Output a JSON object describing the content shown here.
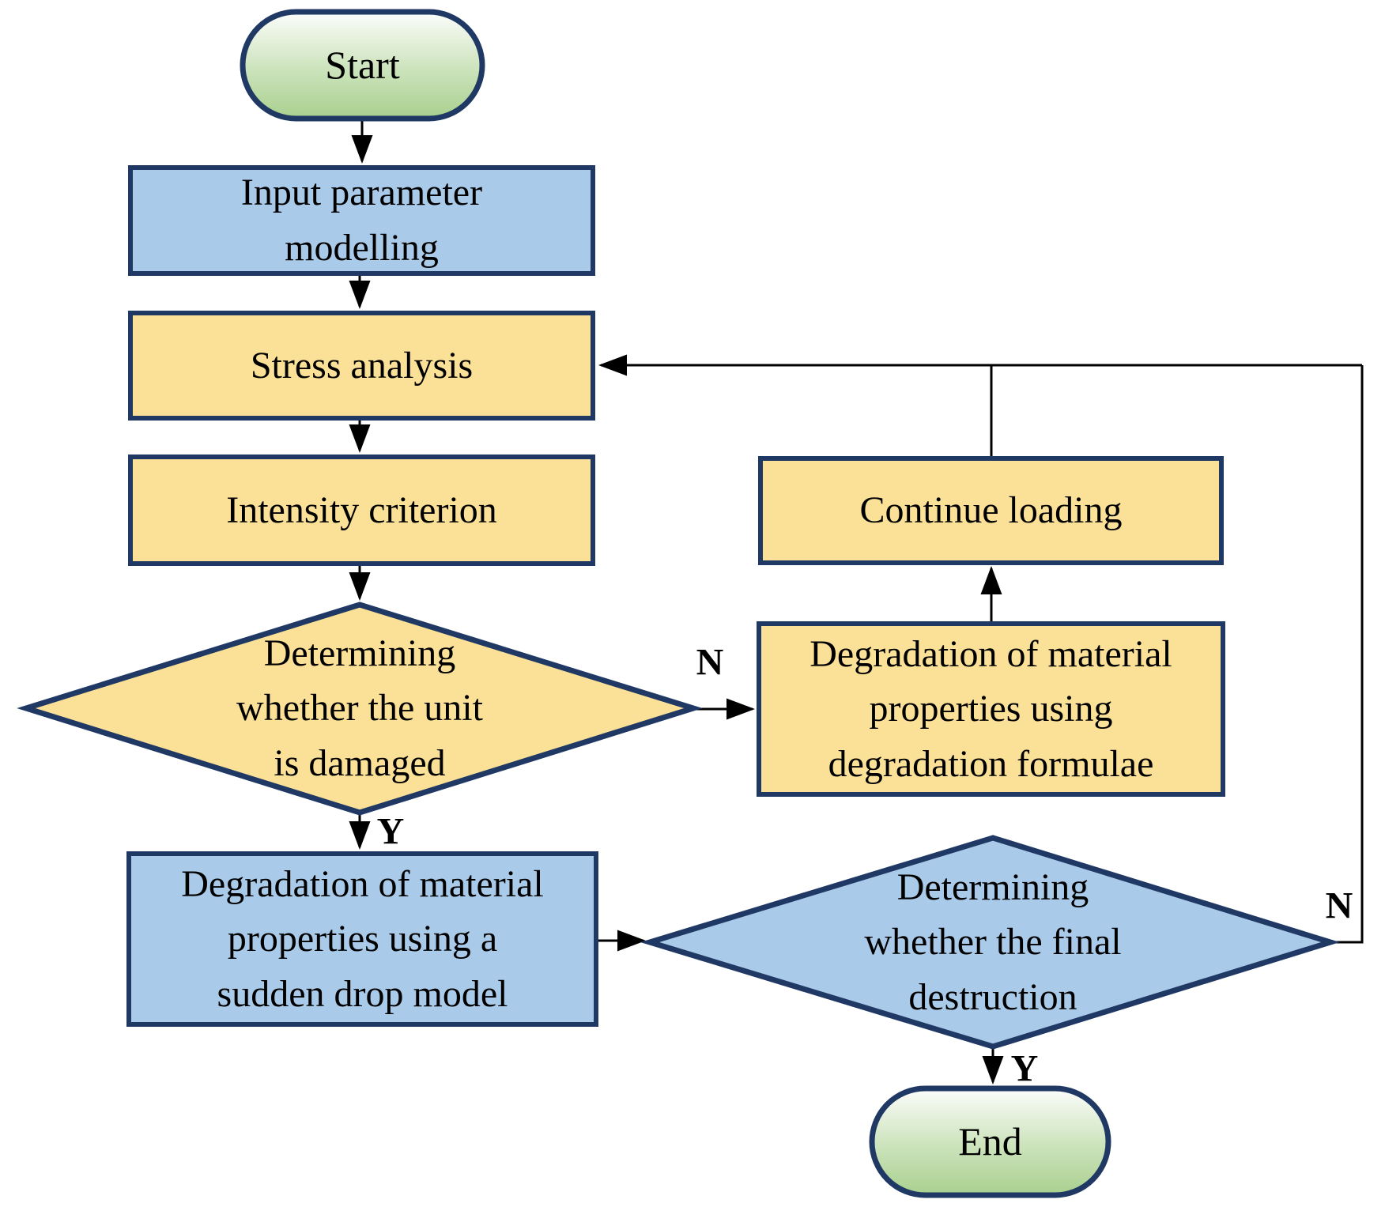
{
  "colors": {
    "process_yellow": "#FBE197",
    "process_blue": "#A9CAE8",
    "border_navy": "#1F3864",
    "terminal_green": "#A9D08E",
    "connector": "#000000"
  },
  "nodes": {
    "start": {
      "label": "Start"
    },
    "input_parameter": {
      "label": "Input parameter\nmodelling"
    },
    "stress_analysis": {
      "label": "Stress analysis"
    },
    "intensity_criterion": {
      "label": "Intensity criterion"
    },
    "damage_decision": {
      "label": "Determining\nwhether the unit\nis damaged"
    },
    "degradation_formulae": {
      "label": "Degradation of material\nproperties using\ndegradation formulae"
    },
    "continue_loading": {
      "label": "Continue loading"
    },
    "sudden_drop": {
      "label": "Degradation of material\nproperties using a\nsudden drop model"
    },
    "final_decision": {
      "label": "Determining\nwhether the final\ndestruction"
    },
    "end": {
      "label": "End"
    }
  },
  "branches": {
    "damage_no": "N",
    "damage_yes": "Y",
    "final_no": "N",
    "final_yes": "Y"
  }
}
